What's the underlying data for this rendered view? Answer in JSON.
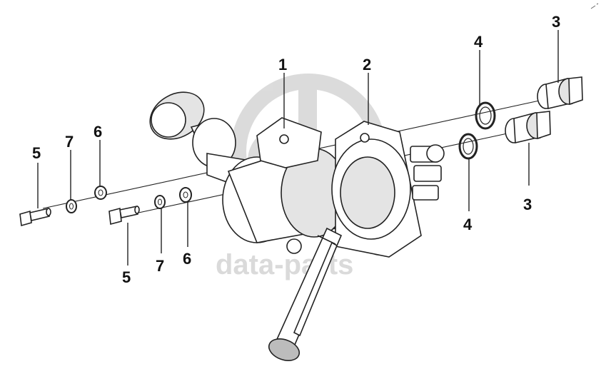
{
  "callouts": {
    "c1": "1",
    "c2": "2",
    "c3a": "3",
    "c3b": "3",
    "c4a": "4",
    "c4b": "4",
    "c5a": "5",
    "c5b": "5",
    "c6a": "6",
    "c6b": "6",
    "c7a": "7",
    "c7b": "7"
  },
  "watermark": {
    "text": "data-parts",
    "logo_name": "data-parts-logo"
  }
}
